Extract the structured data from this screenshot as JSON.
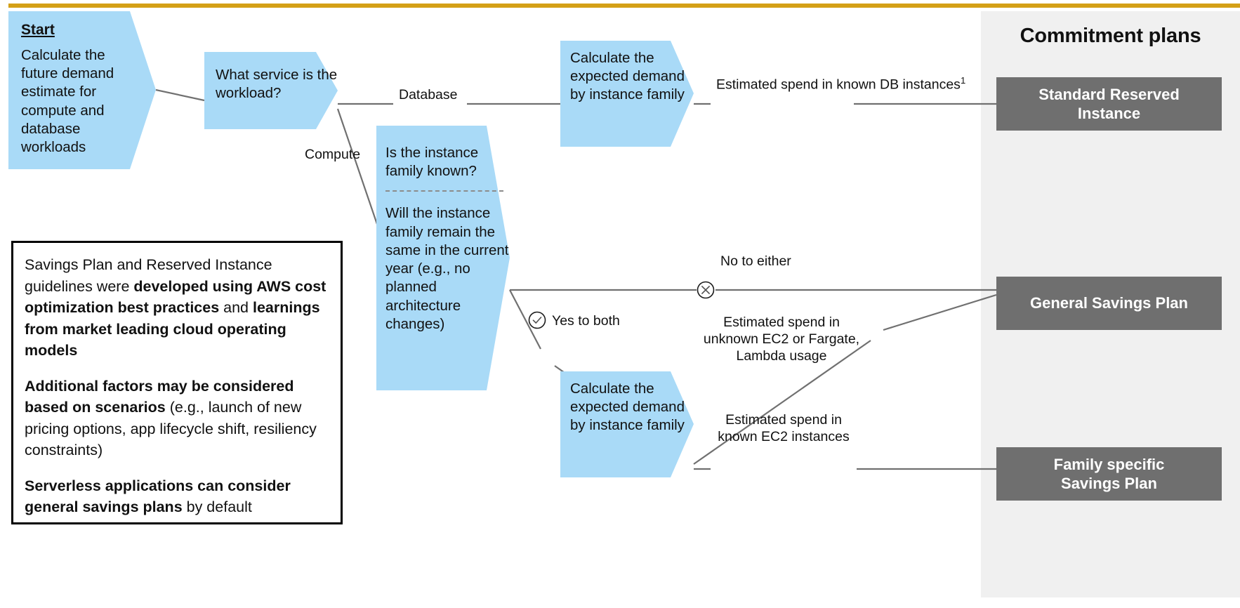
{
  "theme": {
    "accent_bar": "#d4a017",
    "shape_fill": "#a9daf7",
    "plan_fill": "#6f6f6f",
    "panel_fill": "#f0f0f0",
    "connector": "#707070"
  },
  "panel": {
    "title": "Commitment plans",
    "plans": [
      {
        "label": "Standard Reserved\nInstance"
      },
      {
        "label": "General Savings Plan"
      },
      {
        "label": "Family specific\nSavings Plan"
      }
    ]
  },
  "nodes": {
    "start": {
      "heading": "Start",
      "body": "Calculate the future demand estimate for compute and database workloads"
    },
    "service": {
      "body": "What service is the workload?"
    },
    "db_calc": {
      "body": "Calculate the expected demand by instance family"
    },
    "family": {
      "question_1": "Is the instance family known?",
      "question_2": "Will the instance family remain the same in the current year (e.g., no planned architecture changes)"
    },
    "ec2_calc": {
      "body": "Calculate the expected demand by instance family"
    }
  },
  "edges": {
    "database": "Database",
    "compute": "Compute",
    "db_spend": "Estimated spend in known DB instances",
    "db_spend_footnote": "1",
    "no_to_either": "No to either",
    "yes_to_both": "Yes to both",
    "unknown_spend": "Estimated spend in unknown EC2 or Fargate, Lambda usage",
    "known_ec2_spend": "Estimated spend in known EC2 instances"
  },
  "markers": {
    "no_icon": "circle-x-icon",
    "yes_icon": "circle-check-icon"
  },
  "notes": {
    "paragraphs": [
      [
        {
          "text": "Savings Plan and Reserved Instance guidelines were ",
          "bold": false
        },
        {
          "text": "developed using AWS cost optimization best practices",
          "bold": true
        },
        {
          "text": " and ",
          "bold": false
        },
        {
          "text": "learnings from market leading cloud operating models",
          "bold": true
        }
      ],
      [
        {
          "text": "Additional factors may be considered based on scenarios",
          "bold": true
        },
        {
          "text": " (e.g., launch of new pricing options, app lifecycle shift, resiliency constraints)",
          "bold": false
        }
      ],
      [
        {
          "text": "Serverless applications can consider general savings plans",
          "bold": true
        },
        {
          "text": " by default",
          "bold": false
        }
      ]
    ]
  }
}
